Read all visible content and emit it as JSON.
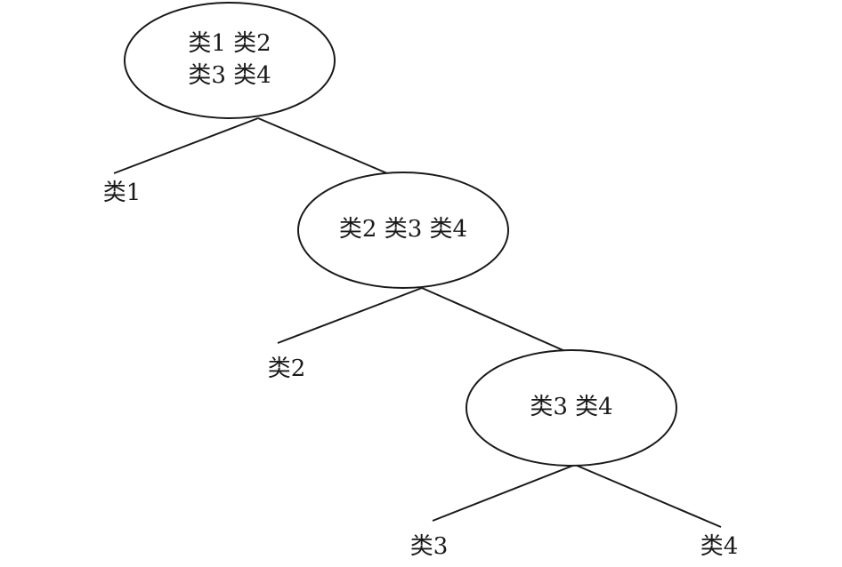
{
  "tree": {
    "nodes": {
      "root": {
        "line1": "类1 类2",
        "line2": "类3 类4"
      },
      "n234": {
        "label": "类2 类3 类4"
      },
      "n34": {
        "label": "类3 类4"
      }
    },
    "leaves": {
      "c1": "类1",
      "c2": "类2",
      "c3": "类3",
      "c4": "类4"
    }
  }
}
